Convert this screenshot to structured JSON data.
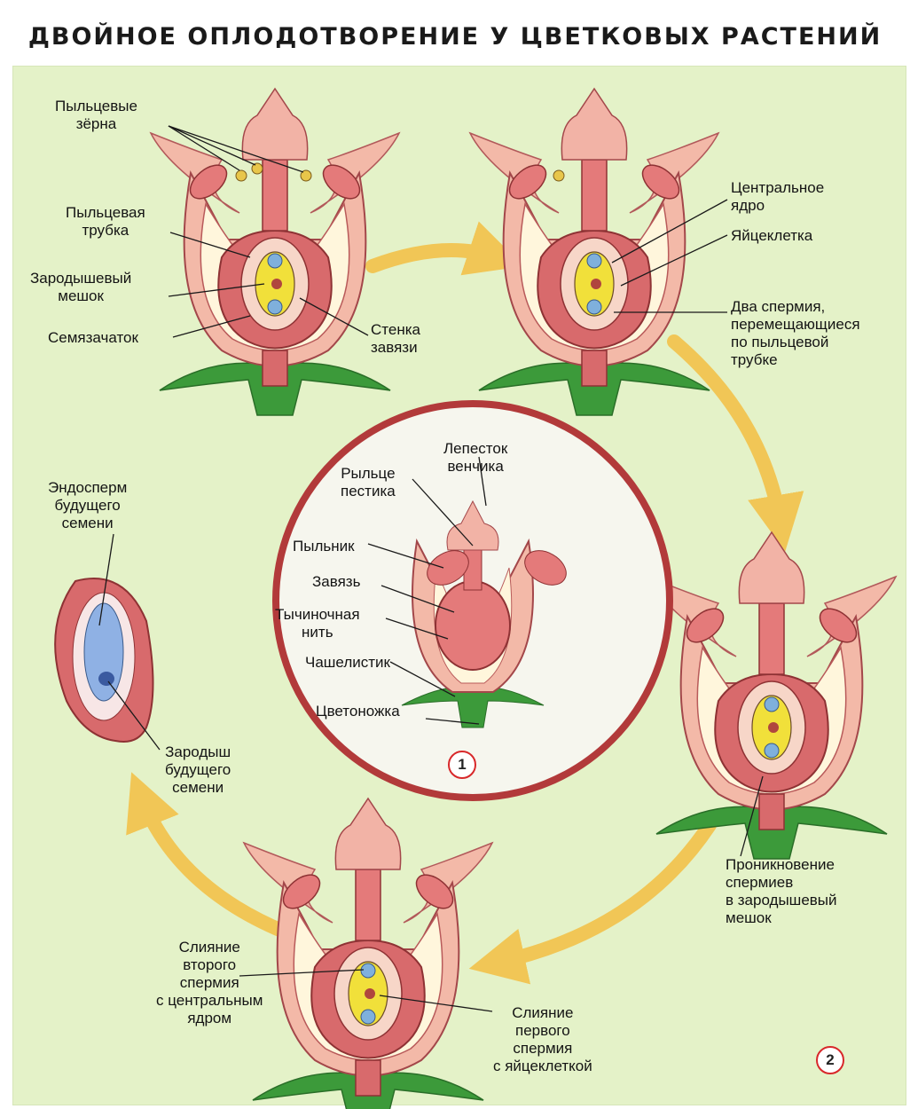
{
  "title": "ДВОЙНОЕ ОПЛОДОТВОРЕНИЕ У ЦВЕТКОВЫХ РАСТЕНИЙ",
  "labels": {
    "pollen_grains": "Пыльцевые\nзёрна",
    "pollen_tube": "Пыльцевая\nтрубка",
    "embryo_sac": "Зародышевый\nмешок",
    "ovule": "Семязачаток",
    "ovary_wall": "Стенка\nзавязи",
    "central_nucleus": "Центральное\nядро",
    "egg_cell": "Яйцеклетка",
    "two_sperms": "Два спермия,\nперемещающиеся\nпо пыльцевой\nтрубке",
    "petal": "Лепесток\nвенчика",
    "stigma": "Рыльце\nпестика",
    "anther": "Пыльник",
    "ovary": "Завязь",
    "filament": "Тычиночная\nнить",
    "sepal": "Чашелистик",
    "pedicel": "Цветоножка",
    "endosperm": "Эндосперм\nбудущего\nсемени",
    "embryo": "Зародыш\nбудущего\nсемени",
    "sperm_penetration": "Проникновение\nспермиев\nв зародышевый\nмешок",
    "second_fusion": "Слияние\nвторого\nспермия\nс центральным\nядром",
    "first_fusion": "Слияние\nпервого\nспермия\nс яйцеклеткой"
  },
  "markers": {
    "one": "1",
    "two": "2"
  },
  "colors": {
    "panel": "#e4f2c8",
    "arrow": "#f3c24a",
    "petal": "#f3b9a8",
    "receptacle": "#cf5a5c",
    "leaf": "#3c9a3a",
    "egg": "#f1e03a",
    "nucleus": "#7fb0dc",
    "circle_border": "#b23a3a"
  }
}
